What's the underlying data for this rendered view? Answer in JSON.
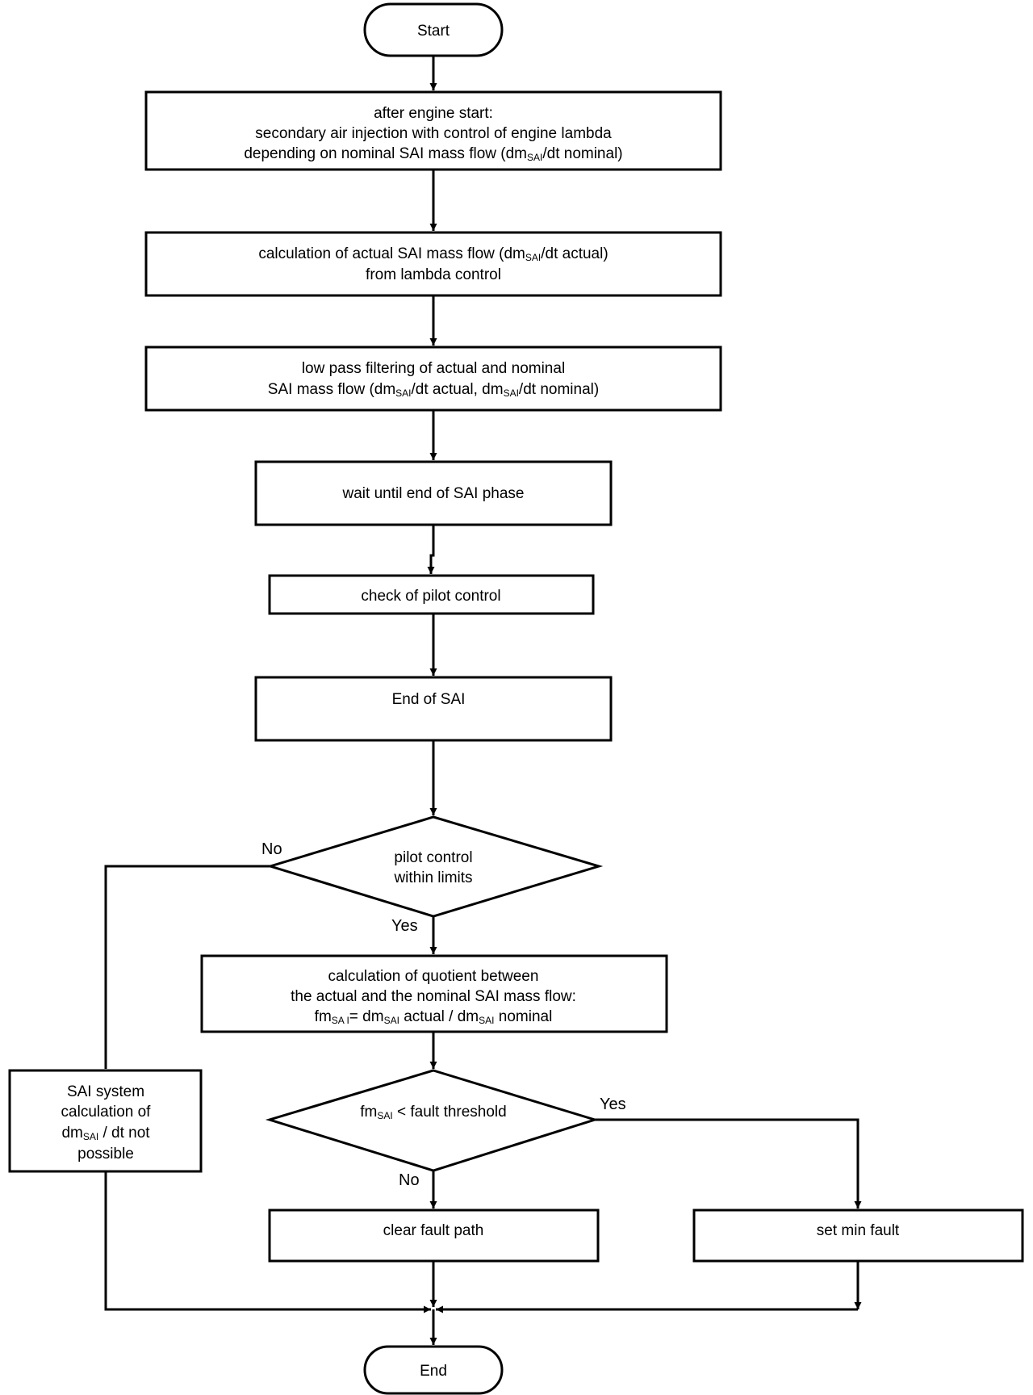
{
  "start": "Start",
  "step1": {
    "line1": "after engine start:",
    "line2": "secondary air injection with control of engine lambda",
    "line3a": "depending on nominal SAI mass flow (dm",
    "sub": "SAI",
    "line3b": "/dt nominal)"
  },
  "step2": {
    "line1a": "calculation of actual SAI mass flow (dm",
    "sub": "SAI",
    "line1b": "/dt actual)",
    "line2": "from lambda control"
  },
  "step3": {
    "line1": "low pass filtering of actual and nominal",
    "line2a": "SAI mass flow (dm",
    "sub1": "SAI",
    "line2b": "/dt actual, dm",
    "sub2": "SAI",
    "line2c": "/dt nominal)"
  },
  "step4": "wait until end of SAI phase",
  "step5": "check of pilot control",
  "step6": "End of SAI",
  "decision1": {
    "line1": "pilot control",
    "line2": "within limits",
    "no_label": "No",
    "yes_label": "Yes"
  },
  "step7": {
    "line1": "calculation of quotient between",
    "line2": "the actual and the nominal SAI mass flow:",
    "line3a": "fm",
    "sub1": "SA I",
    "line3b": "= dm",
    "sub2": "SAI",
    "line3c": " actual / dm",
    "sub3": "SAI",
    "line3d": " nominal"
  },
  "decision2": {
    "text_a": "fm",
    "sub": "SAI",
    "text_b": " < fault threshold",
    "yes_label": "Yes",
    "no_label": "No"
  },
  "sai_box": {
    "line1": "SAI system",
    "line2": "calculation of",
    "line3a": "dm",
    "sub": "SAI",
    "line3b": " / dt not",
    "line4": "possible"
  },
  "clear_fault": "clear fault path",
  "set_fault": "set min fault",
  "end": "End"
}
